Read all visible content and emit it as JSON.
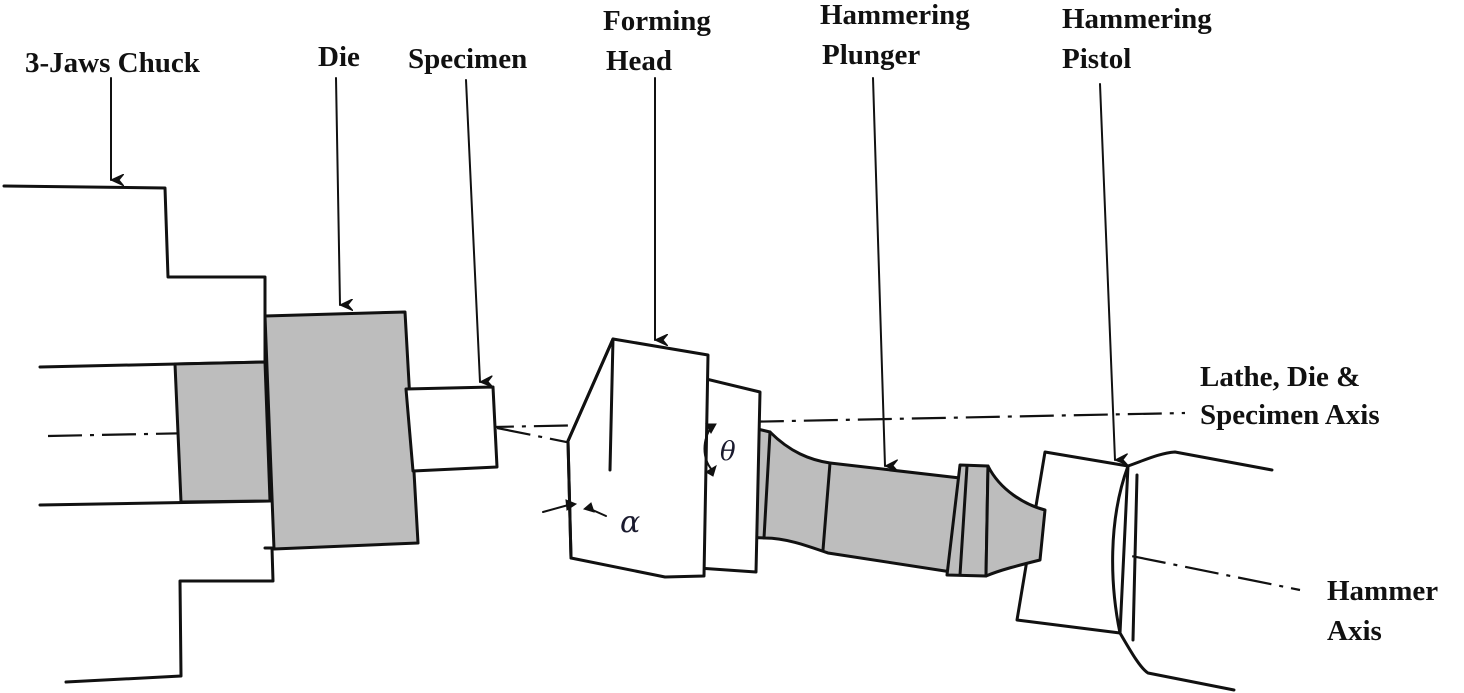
{
  "labels": {
    "chuck": "3-Jaws Chuck",
    "die": "Die",
    "specimen": "Specimen",
    "forming_head_1": "Forming",
    "forming_head_2": "Head",
    "plunger_1": "Hammering",
    "plunger_2": "Plunger",
    "pistol_1": "Hammering",
    "pistol_2": "Pistol",
    "lathe_axis_1": "Lathe, Die &",
    "lathe_axis_2": "Specimen Axis",
    "hammer_axis_1": "Hammer",
    "hammer_axis_2": "Axis",
    "theta": "θ",
    "alpha": "α"
  }
}
